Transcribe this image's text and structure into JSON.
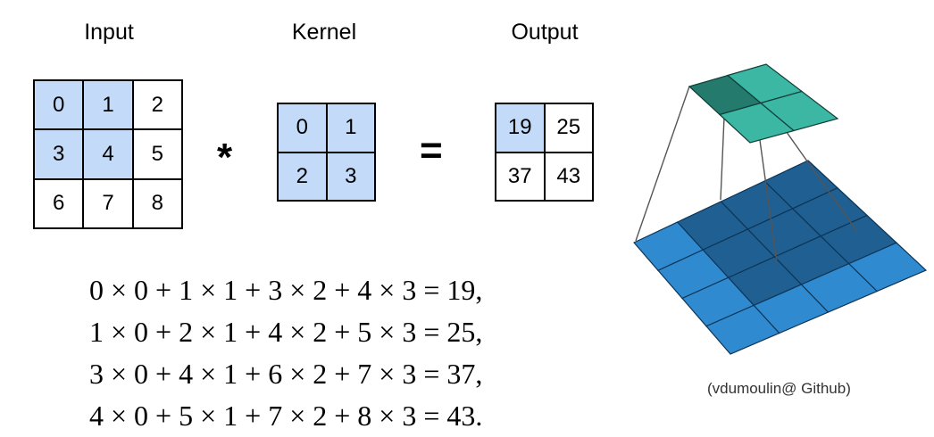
{
  "titles": {
    "input": "Input",
    "kernel": "Kernel",
    "output": "Output"
  },
  "operators": {
    "convolve": "*",
    "equals": "="
  },
  "input_grid": [
    [
      "0",
      "1",
      "2"
    ],
    [
      "3",
      "4",
      "5"
    ],
    [
      "6",
      "7",
      "8"
    ]
  ],
  "kernel_grid": [
    [
      "0",
      "1"
    ],
    [
      "2",
      "3"
    ]
  ],
  "output_grid": [
    [
      "19",
      "25"
    ],
    [
      "37",
      "43"
    ]
  ],
  "equations": [
    "0 × 0 + 1 × 1 + 3 × 2 + 4 × 3 = 19,",
    "1 × 0 + 2 × 1 + 4 × 2 + 5 × 3 = 25,",
    "3 × 0 + 4 × 1 + 6 × 2 + 7 × 3 = 37,",
    "4 × 0 + 5 × 1 + 7 × 2 + 8 × 3 = 43."
  ],
  "credit": "(vdumoulin@ Github)",
  "colors": {
    "highlight": "#c3daf9",
    "input_plane": "#2f8ad0",
    "input_plane_dark": "#1f5f91",
    "output_plane": "#3bb7a4",
    "output_plane_dark": "#237a6d"
  }
}
